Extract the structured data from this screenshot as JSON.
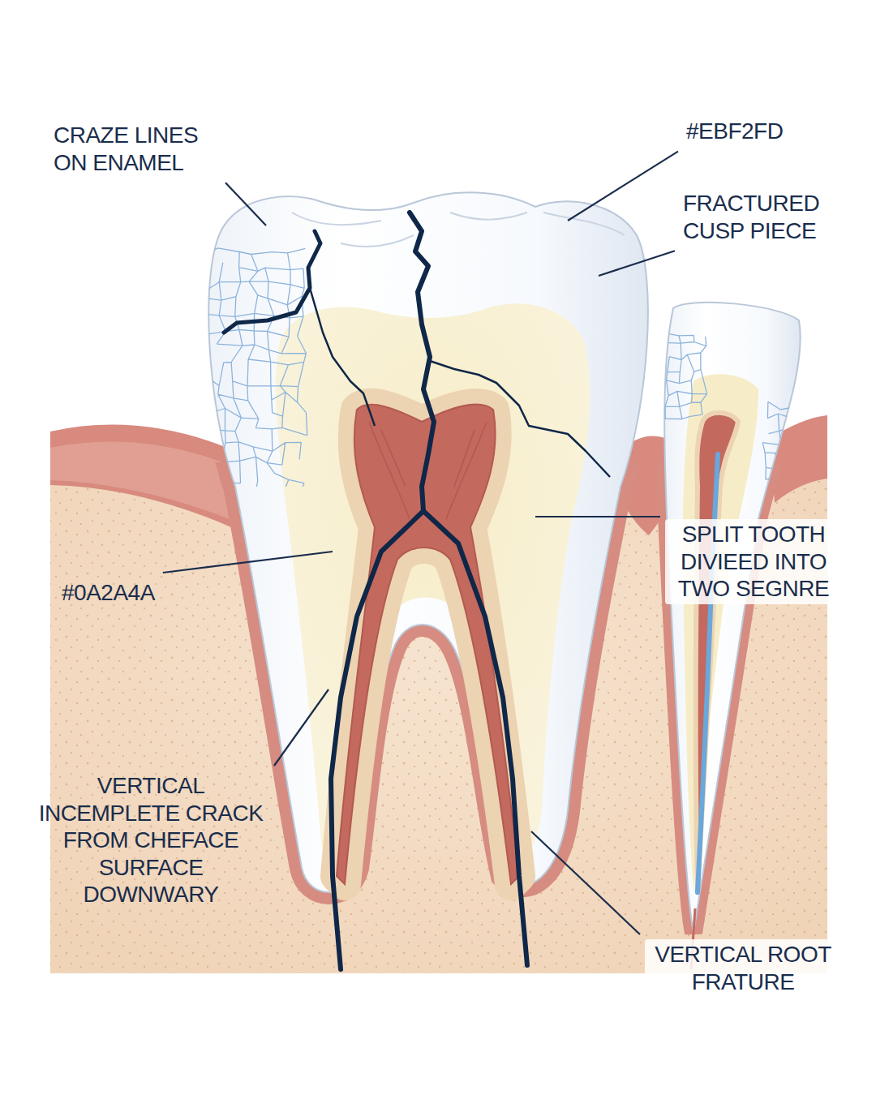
{
  "diagram": {
    "labels": [
      "CRAZE LINES ON ENAMEL",
      "#EBF2FD",
      "FRACTURED CUSP PIECE",
      "SPLIT TOOTH DIVIEED INTO TWO SEGNRE",
      "#0A2A4A",
      "VERTICAL INCEMPLETE CRACK FROM CHEFACE SURFACE DOWNWARY",
      "VERTICAL ROOT FRATURE"
    ]
  }
}
